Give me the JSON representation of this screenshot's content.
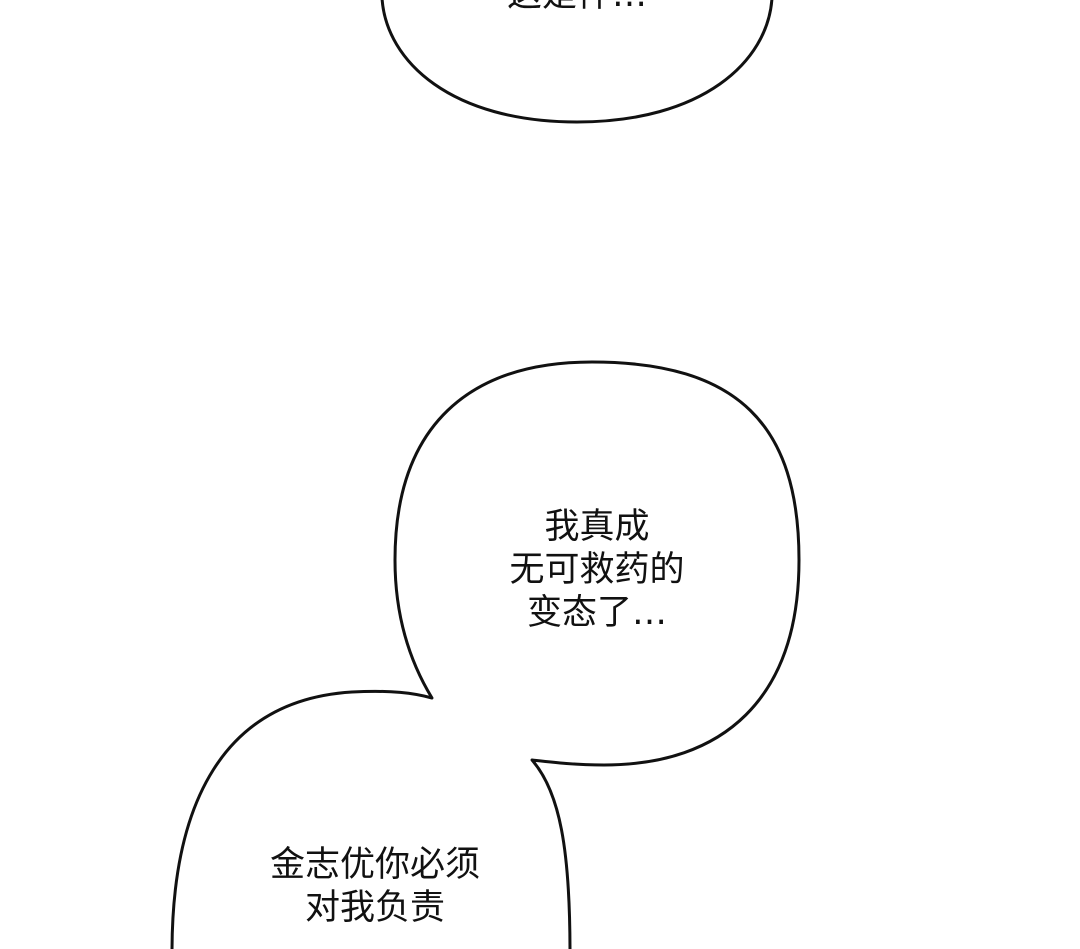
{
  "bubbles": {
    "top": {
      "text": "这是件…"
    },
    "middle": {
      "lines": [
        "我真成",
        "无可救药的",
        "变态了…"
      ]
    },
    "bottom": {
      "lines": [
        "金志优你必须",
        "对我负责"
      ]
    }
  },
  "colors": {
    "background": "#ffffff",
    "outline": "#111111",
    "text": "#111111"
  }
}
